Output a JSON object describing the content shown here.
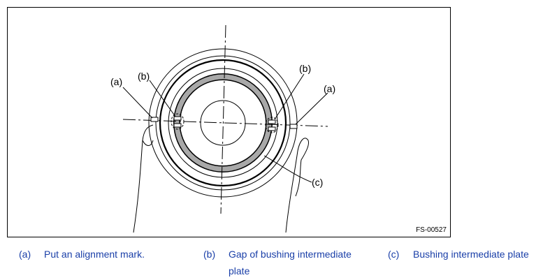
{
  "figure": {
    "id_label": "FS-00527",
    "callouts": {
      "a": "(a)",
      "b": "(b)",
      "c": "(c)"
    }
  },
  "legend": [
    {
      "key": "(a)",
      "text": "Put an alignment mark."
    },
    {
      "key": "(b)",
      "text": "Gap of bushing intermediate plate"
    },
    {
      "key": "(c)",
      "text": "Bushing intermediate plate"
    }
  ]
}
